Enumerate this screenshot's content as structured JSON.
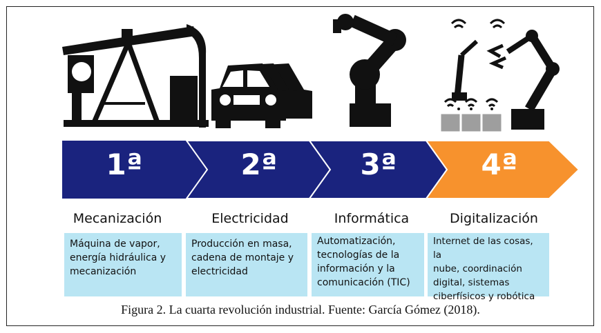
{
  "stages": [
    {
      "number": "1ª",
      "title": "Mecanización",
      "icon": "oil-pump-jack-icon",
      "lines": [
        "Máquina de vapor,",
        "energía hidráulica y",
        "mecanización"
      ]
    },
    {
      "number": "2ª",
      "title": "Electricidad",
      "icon": "car-assembly-icon",
      "lines": [
        "Producción en masa,",
        "cadena de montaje y",
        "electricidad"
      ]
    },
    {
      "number": "3ª",
      "title": "Informática",
      "icon": "robot-arm-icon",
      "lines": [
        "Automatización,",
        "tecnologías de la",
        "información y la",
        "comunicación (TIC)"
      ]
    },
    {
      "number": "4ª",
      "title": "Digitalización",
      "icon": "connected-robots-icon",
      "lines": [
        "Internet de las cosas, la",
        "nube, coordinación",
        "digital, sistemas",
        "ciberfísicos y robótica"
      ]
    }
  ],
  "caption": "Figura 2.  La cuarta revolución industrial. Fuente: García Gómez (2018).",
  "colors": {
    "arrow_blue": "#1a237e",
    "arrow_orange": "#f7922d",
    "box_blue": "#b9e5f3",
    "icon_black": "#111111",
    "box_gray": "#9e9e9e"
  }
}
